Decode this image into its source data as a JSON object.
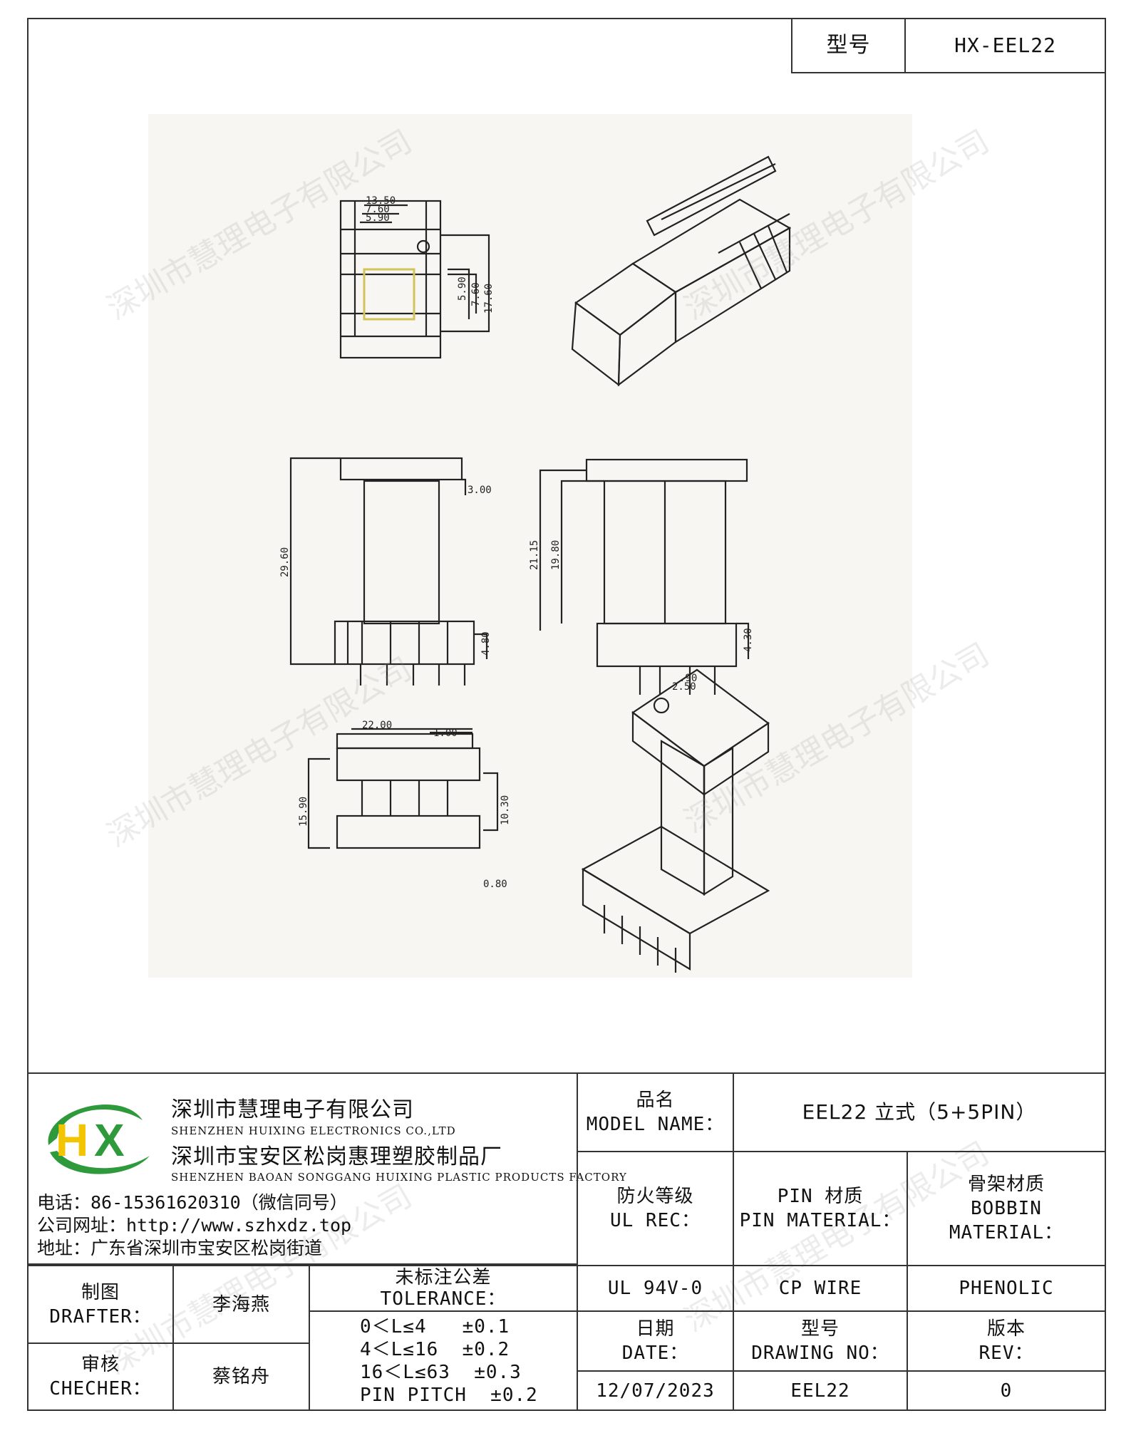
{
  "header": {
    "model_label": "型号",
    "model_value": "HX-EEL22"
  },
  "watermark_text": "深圳市慧理电子有限公司",
  "drawing": {
    "top_view": {
      "dims": [
        "13.50",
        "7.60",
        "5.90",
        "17.60",
        "7.60",
        "5.90"
      ]
    },
    "front_view": {
      "dims": [
        "29.60",
        "3.00",
        "4.80"
      ]
    },
    "side_view": {
      "dims": [
        "21.15",
        "19.80",
        "4.30",
        "2.50",
        ".90"
      ]
    },
    "bottom_view": {
      "dims": [
        "22.00",
        "1.00",
        "15.90",
        "10.30",
        "0.80"
      ]
    }
  },
  "company": {
    "name_cn": "深圳市慧理电子有限公司",
    "name_en": "SHENZHEN HUIXING ELECTRONICS CO.,LTD",
    "factory_cn": "深圳市宝安区松岗惠理塑胶制品厂",
    "factory_en": "SHENZHEN BAOAN SONGGANG HUIXING PLASTIC PRODUCTS FACTORY",
    "phone": "电话：86-15361620310（微信同号）",
    "website": "公司网址：http://www.szhxdz.top",
    "address": "地址：广东省深圳市宝安区松岗街道",
    "logo_colors": {
      "green": "#2e9a3c",
      "yellow": "#f2c500"
    }
  },
  "title_block": {
    "model_name_label_cn": "品名",
    "model_name_label_en": "MODEL NAME：",
    "model_name_value": "EEL22  立式（5+5PIN）",
    "fire_label_cn": "防火等级",
    "fire_label_en": "UL REC：",
    "pin_label_cn": "PIN 材质",
    "pin_label_en": "PIN MATERIAL：",
    "bobbin_label_cn": "骨架材质",
    "bobbin_label_en": "BOBBIN MATERIAL：",
    "fire_value": "UL 94V-0",
    "pin_value": "CP WIRE",
    "bobbin_value": "PHENOLIC",
    "drafter_label_cn": "制图",
    "drafter_label_en": "DRAFTER：",
    "drafter_name": "李海燕",
    "checker_label_cn": "审核",
    "checker_label_en": "CHECHER：",
    "checker_name": "蔡铭舟",
    "tolerance_label_cn": "未标注公差",
    "tolerance_label_en": "TOLERANCE：",
    "tolerance_lines": [
      "0＜L≤4   ±0.1",
      "4＜L≤16  ±0.2",
      "16＜L≤63  ±0.3",
      "PIN PITCH  ±0.2"
    ],
    "date_label_cn": "日期",
    "date_label_en": "DATE：",
    "drawing_no_label_cn": "型号",
    "drawing_no_label_en": "DRAWING NO：",
    "rev_label_cn": "版本",
    "rev_label_en": "REV：",
    "date_value": "12/07/2023",
    "drawing_no_value": "EEL22",
    "rev_value": "0"
  }
}
